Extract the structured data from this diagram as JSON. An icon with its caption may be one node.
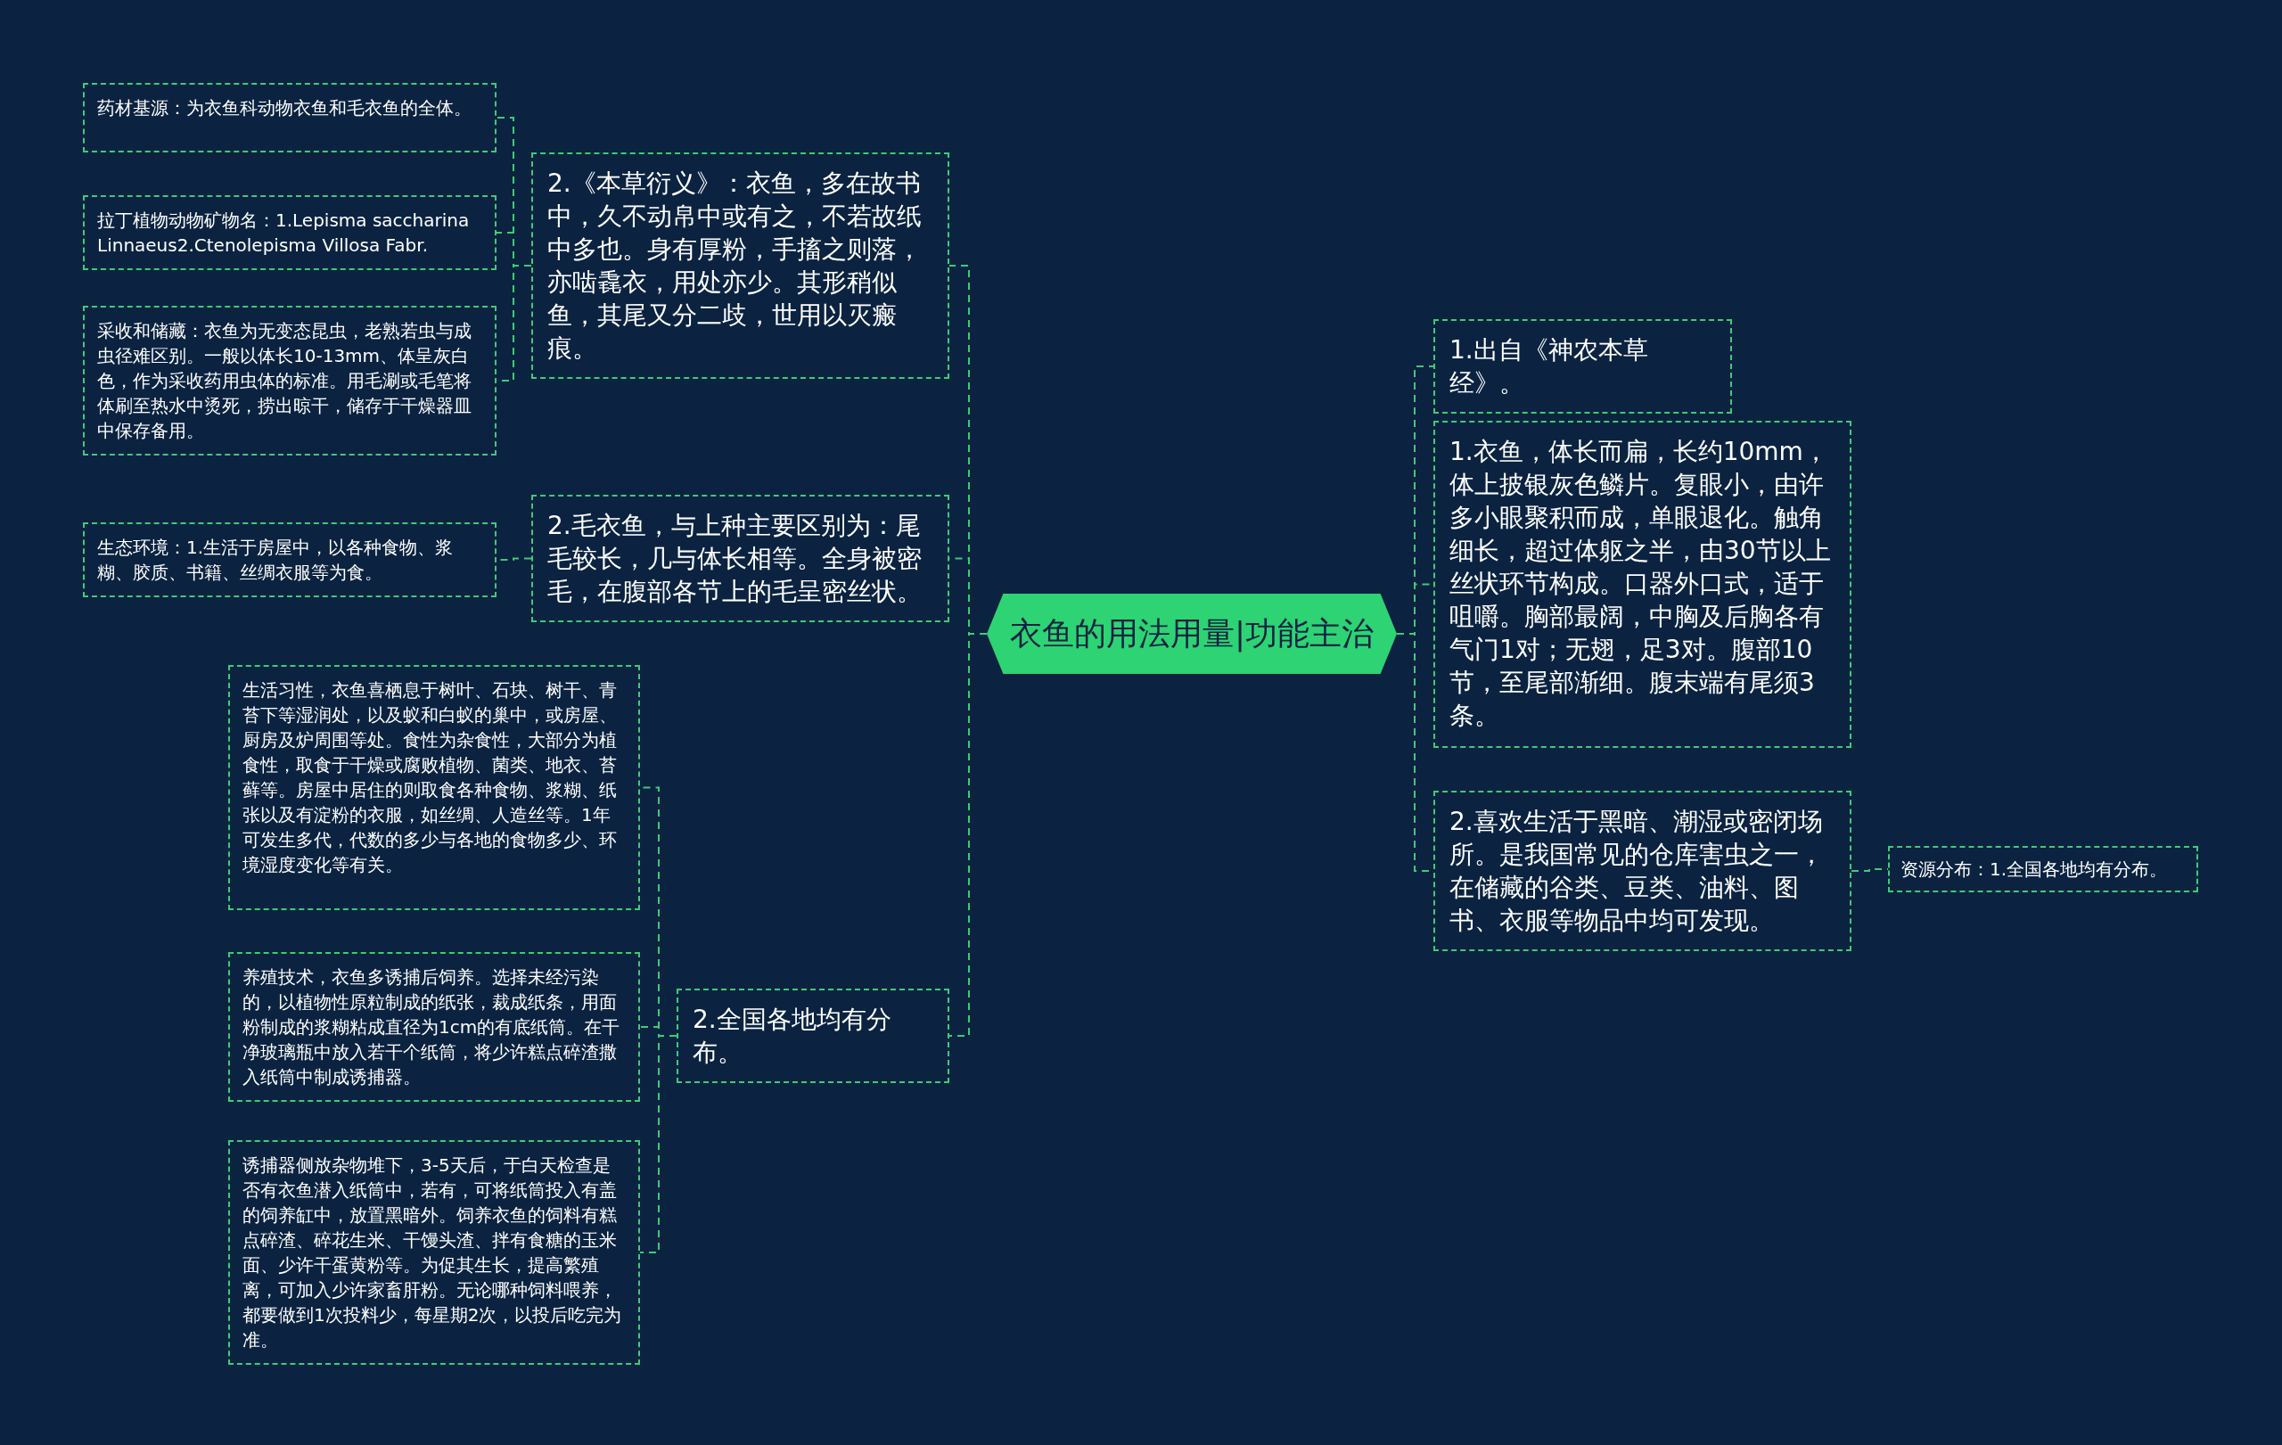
{
  "diagram": {
    "nodes": [
      {
        "text": [
          "衣鱼的用法用量|功能主治"
        ]
      },
      {
        "text": [
          "2.《本草衍义》：衣鱼，多在故书中，久不动帛中或有之，不若故纸中多也。身有厚粉，手搐之则落，亦啮毳衣，用处亦少。其形稍似鱼，其尾又分二歧，世用以灭瘢痕。"
        ]
      },
      {
        "text": [
          "2.毛衣鱼，与上种主要区别为：尾毛较长，几与体长相等。全身被密毛，在腹部各节上的毛呈密丝状。"
        ]
      },
      {
        "text": [
          "2.全国各地均有分布。"
        ]
      },
      {
        "text": [
          "药材基源：为衣鱼科动物衣鱼和毛衣鱼的全体。"
        ]
      },
      {
        "text": [
          "拉丁植物动物矿物名：1.Lepisma saccharina Linnaeus2.Ctenolepisma Villosa Fabr."
        ]
      },
      {
        "text": [
          "采收和储藏：衣鱼为无变态昆虫，老熟若虫与成虫径难区别。一般以体长10-13mm、体呈灰白色，作为采收药用虫体的标准。用毛涮或毛笔将体刷至热水中烫死，捞出晾干，储存于干燥器皿中保存备用。"
        ]
      },
      {
        "text": [
          "生态环境：1.生活于房屋中，以各种食物、浆糊、胶质、书籍、丝绸衣服等为食。"
        ]
      },
      {
        "text": [
          "生活习性，衣鱼喜栖息于树叶、石块、树干、青苔下等湿润处，以及蚁和白蚁的巢中，或房屋、厨房及炉周围等处。食性为杂食性，大部分为植食性，取食于干燥或腐败植物、菌类、地衣、苔藓等。房屋中居住的则取食各种食物、浆糊、纸张以及有淀粉的衣服，如丝绸、人造丝等。1年可发生多代，代数的多少与各地的食物多少、环境湿度变化等有关。"
        ]
      },
      {
        "text": [
          "养殖技术，衣鱼多诱捕后饲养。选择未经污染的，以植物性原粒制成的纸张，裁成纸条，用面粉制成的浆糊粘成直径为1cm的有底纸筒。在干净玻璃瓶中放入若干个纸筒，将少许糕点碎渣撒入纸筒中制成诱捕器。"
        ]
      },
      {
        "text": [
          "诱捕器侧放杂物堆下，3-5天后，于白天检查是否有衣鱼潜入纸筒中，若有，可将纸筒投入有盖的饲养缸中，放置黑暗外。饲养衣鱼的饲料有糕点碎渣、碎花生米、干馒头渣、拌有食糖的玉米面、少许干蛋黄粉等。为促其生长，提高繁殖离，可加入少许家畜肝粉。无论哪种饲料喂养，都要做到1次投料少，每星期2次，以投后吃完为准。"
        ]
      },
      {
        "text": [
          "1.出自《神农本草经》。"
        ]
      },
      {
        "text": [
          "1.衣鱼，体长而扁，长约10mm，体上披银灰色鳞片。复眼小，由许多小眼聚积而成，单眼退化。触角细长，超过体躯之半，由30节以上丝状环节构成。口器外口式，适于咀嚼。胸部最阔，中胸及后胸各有气门1对；无翅，足3对。腹部10节，至尾部渐细。腹末端有尾须3条。"
        ]
      },
      {
        "text": [
          "2.喜欢生活于黑暗、潮湿或密闭场所。是我国常见的仓库害虫之一，在储藏的谷类、豆类、油料、图书、衣服等物品中均可发现。"
        ]
      },
      {
        "text": [
          "资源分布：1.全国各地均有分布。"
        ]
      }
    ],
    "edges": [
      {
        "from": 0,
        "to": 1,
        "arrow": "none"
      },
      {
        "from": 0,
        "to": 2,
        "arrow": "none"
      },
      {
        "from": 0,
        "to": 3,
        "arrow": "none"
      },
      {
        "from": 1,
        "to": 4,
        "arrow": "none"
      },
      {
        "from": 1,
        "to": 5,
        "arrow": "none"
      },
      {
        "from": 1,
        "to": 6,
        "arrow": "none"
      },
      {
        "from": 2,
        "to": 7,
        "arrow": "none"
      },
      {
        "from": 3,
        "to": 8,
        "arrow": "none"
      },
      {
        "from": 3,
        "to": 9,
        "arrow": "none"
      },
      {
        "from": 3,
        "to": 10,
        "arrow": "none"
      },
      {
        "from": 0,
        "to": 11,
        "arrow": "none"
      },
      {
        "from": 0,
        "to": 12,
        "arrow": "none"
      },
      {
        "from": 0,
        "to": 13,
        "arrow": "none"
      },
      {
        "from": 13,
        "to": 14,
        "arrow": "none"
      }
    ]
  }
}
